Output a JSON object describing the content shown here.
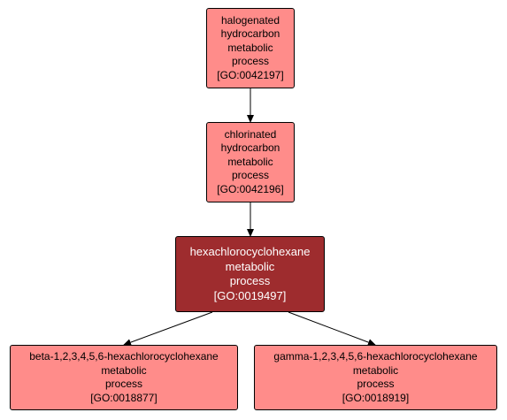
{
  "diagram": {
    "colors": {
      "node_fill": "#ff8c8a",
      "focus_fill": "#9e2c2e",
      "focus_text": "#ffffff",
      "border": "#000000",
      "edge": "#000000"
    },
    "nodes": [
      {
        "id": "GO:0042197",
        "lines": [
          "halogenated",
          "hydrocarbon",
          "metabolic",
          "process",
          "[GO:0042197]"
        ]
      },
      {
        "id": "GO:0042196",
        "lines": [
          "chlorinated",
          "hydrocarbon",
          "metabolic",
          "process",
          "[GO:0042196]"
        ]
      },
      {
        "id": "GO:0019497",
        "lines": [
          "hexachlorocyclohexane",
          "metabolic",
          "process",
          "[GO:0019497]"
        ]
      },
      {
        "id": "GO:0018877",
        "lines": [
          "beta-1,2,3,4,5,6-hexachlorocyclohexane",
          "metabolic",
          "process",
          "[GO:0018877]"
        ]
      },
      {
        "id": "GO:0018919",
        "lines": [
          "gamma-1,2,3,4,5,6-hexachlorocyclohexane",
          "metabolic",
          "process",
          "[GO:0018919]"
        ]
      }
    ],
    "edges": [
      {
        "from": "GO:0042197",
        "to": "GO:0042196"
      },
      {
        "from": "GO:0042196",
        "to": "GO:0019497"
      },
      {
        "from": "GO:0019497",
        "to": "GO:0018877"
      },
      {
        "from": "GO:0019497",
        "to": "GO:0018919"
      }
    ]
  }
}
